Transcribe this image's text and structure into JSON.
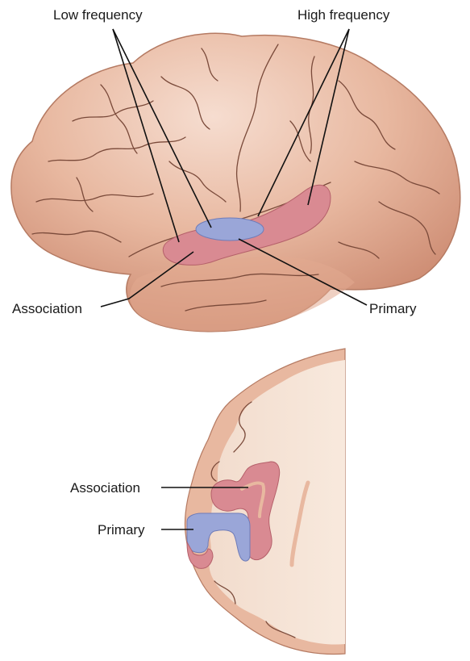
{
  "labels": {
    "low_frequency": "Low frequency",
    "high_frequency": "High frequency",
    "association_top": "Association",
    "primary_top": "Primary",
    "association_bottom": "Association",
    "primary_bottom": "Primary"
  },
  "colors": {
    "cortex": "#e8b8a0",
    "cortex_shade": "#d99c84",
    "white_matter": "#f7e6d9",
    "association_region": "#d98a92",
    "primary_region": "#9aa6d8",
    "sulcus": "#7a4a3a"
  },
  "icons": [
    "brain-lateral-view",
    "brain-coronal-section"
  ]
}
